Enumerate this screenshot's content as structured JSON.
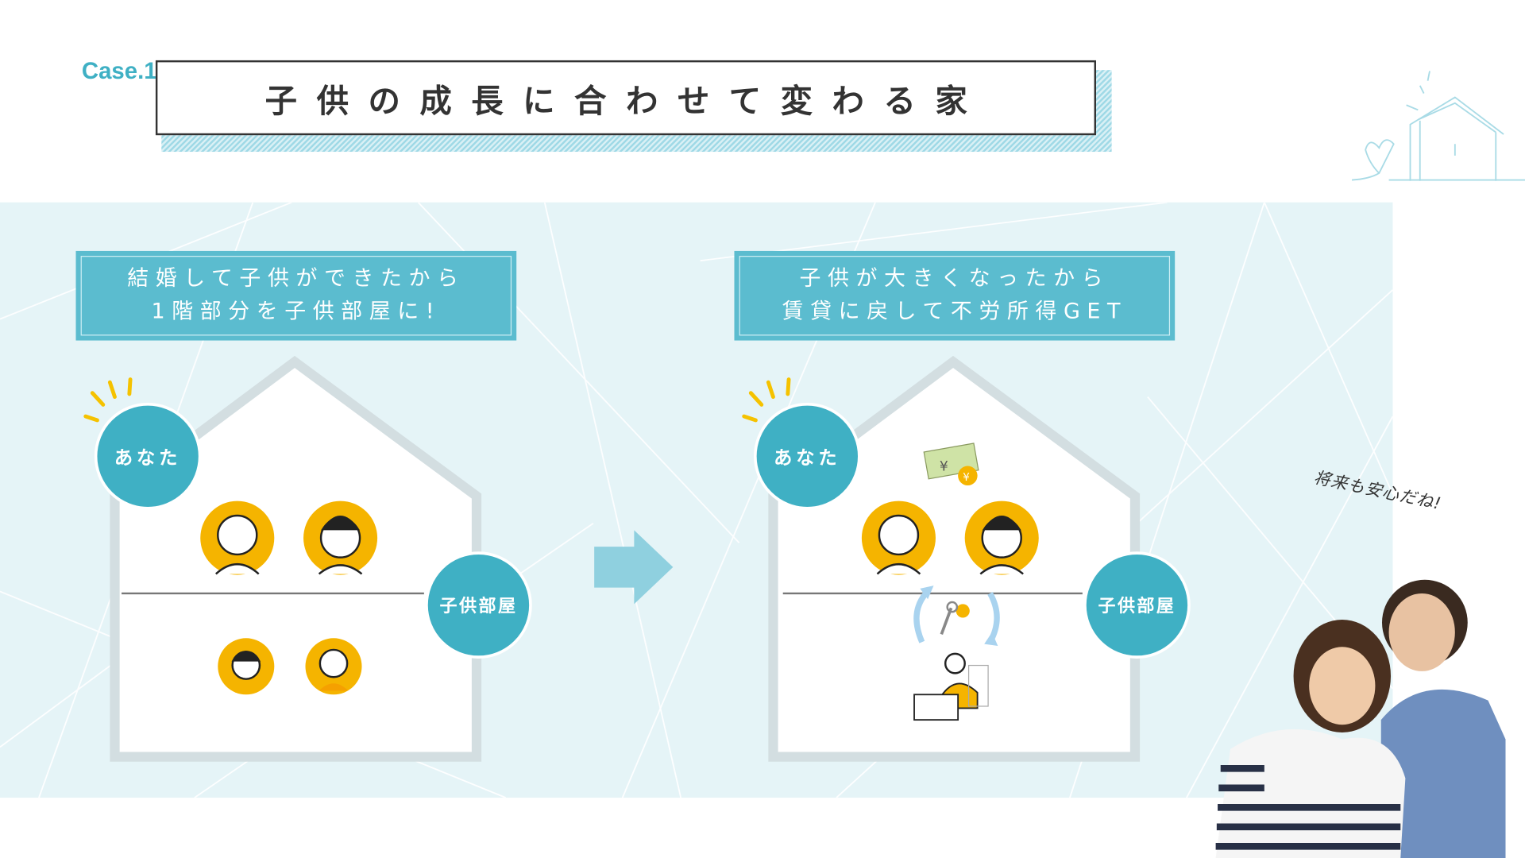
{
  "header": {
    "case_label": "Case.1",
    "title": "子供の成長に合わせて変わる家"
  },
  "before": {
    "line1": "結婚して子供ができたから",
    "line2": "1階部分を子供部屋に!",
    "bubble_you": "あなた",
    "bubble_room": "子供部屋"
  },
  "after": {
    "line1": "子供が大きくなったから",
    "line2": "賃貸に戻して不労所得GET",
    "bubble_you": "あなた",
    "bubble_room": "子供部屋"
  },
  "note": "将来も安心だね!",
  "colors": {
    "teal": "#3fb0c4",
    "label": "#5bbccf",
    "panel": "#e5f4f7",
    "yellow": "#f5b400"
  }
}
